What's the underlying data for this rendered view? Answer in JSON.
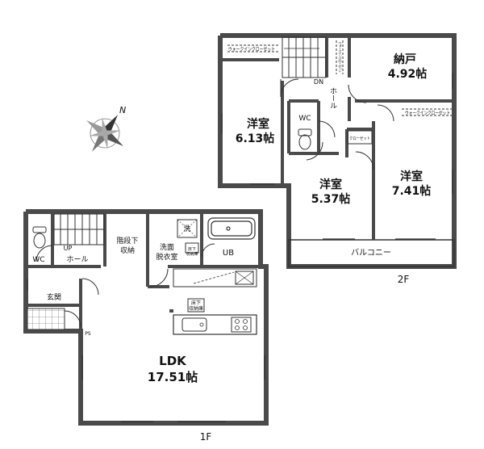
{
  "floor_labels": {
    "first": "1F",
    "second": "2F"
  },
  "compass": {
    "north": "N"
  },
  "rooms_2f": {
    "western_a": {
      "name": "洋室",
      "size": "6.13帖"
    },
    "western_b": {
      "name": "洋室",
      "size": "5.37帖"
    },
    "western_c": {
      "name": "洋室",
      "size": "7.41帖"
    },
    "storage": {
      "name": "納戸",
      "size": "4.92帖"
    },
    "wc": "WC",
    "hall": "ホール",
    "dn": "DN",
    "balcony": "バルコニー",
    "walkin_a": "ウォークインクローゼット",
    "walkin_b": "ウォークインクローゼット",
    "closet_small": "クローゼット",
    "closet_vertical": "ウォークインクローゼット"
  },
  "rooms_1f": {
    "ldk": {
      "name": "LDK",
      "size": "17.51帖"
    },
    "wc": "WC",
    "hall": "ホール",
    "up": "UP",
    "entrance": "玄関",
    "under_stairs": {
      "line1": "階段下",
      "line2": "収納"
    },
    "washroom": {
      "line1": "洗面",
      "line2": "脱衣室"
    },
    "ub": "UB",
    "wash": "洗",
    "floor_storage_a": {
      "line1": "床下",
      "line2": "収納庫"
    },
    "floor_storage_b": {
      "line1": "床下",
      "line2": "収納庫"
    },
    "ps": "PS"
  }
}
